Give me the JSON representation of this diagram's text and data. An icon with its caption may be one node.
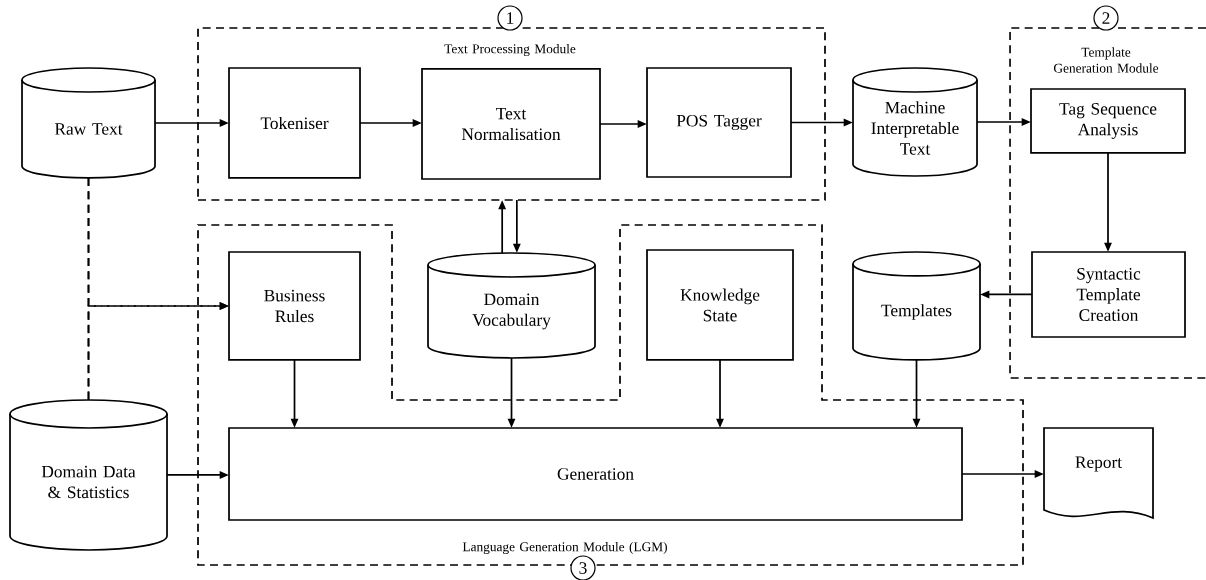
{
  "diagram": {
    "nodes": [
      {
        "text": [
          "Text Processing Module"
        ]
      },
      {
        "text": [
          "Raw Text"
        ]
      },
      {
        "text": [
          "Tokeniser"
        ],
        "in": 0
      },
      {
        "text": [
          "Text Normalisation"
        ],
        "in": 0
      },
      {
        "text": [
          "POS Tagger"
        ],
        "in": 0
      },
      {
        "text": [
          "Machine Interpretable Text"
        ]
      },
      {
        "text": [
          "Template Generation Module"
        ]
      },
      {
        "text": [
          "Tag Sequence Analysis"
        ],
        "in": 6
      },
      {
        "text": [
          "Syntactic Template Creation"
        ],
        "in": 6
      },
      {
        "text": [
          "Language Generation Module (LGM)"
        ]
      },
      {
        "text": [
          "Business Rules"
        ],
        "in": 9
      },
      {
        "text": [
          "Domain Vocabulary"
        ]
      },
      {
        "text": [
          "Knowledge State"
        ],
        "in": 9
      },
      {
        "text": [
          "Templates"
        ]
      },
      {
        "text": [
          "Domain Data & Statistics"
        ]
      },
      {
        "text": [
          "Generation"
        ],
        "in": 9
      },
      {
        "text": [
          "Report"
        ]
      }
    ],
    "edges": [
      {
        "from": 1,
        "to": 2,
        "arrow": "to"
      },
      {
        "from": 2,
        "to": 3,
        "arrow": "to"
      },
      {
        "from": 3,
        "to": 4,
        "arrow": "to"
      },
      {
        "from": 4,
        "to": 5,
        "arrow": "to"
      },
      {
        "from": 5,
        "to": 7,
        "arrow": "to"
      },
      {
        "from": 7,
        "to": 8,
        "arrow": "to"
      },
      {
        "from": 8,
        "to": 13,
        "arrow": "to"
      },
      {
        "from": 11,
        "to": 0,
        "arrow": "to"
      },
      {
        "from": 0,
        "to": 11,
        "arrow": "to"
      },
      {
        "from": 1,
        "to": 14,
        "arrow": "none",
        "style": "dashed"
      },
      {
        "from": 1,
        "to": 10,
        "arrow": "to",
        "style": "dashed"
      },
      {
        "from": 14,
        "to": 10,
        "arrow": "to",
        "style": "dashed"
      },
      {
        "from": 10,
        "to": 15,
        "arrow": "to"
      },
      {
        "from": 11,
        "to": 15,
        "arrow": "to"
      },
      {
        "from": 12,
        "to": 15,
        "arrow": "to"
      },
      {
        "from": 13,
        "to": 15,
        "arrow": "to"
      },
      {
        "from": 14,
        "to": 15,
        "arrow": "to"
      },
      {
        "from": 15,
        "to": 16,
        "arrow": "to"
      }
    ],
    "labels": [
      "1",
      "2",
      "3"
    ]
  }
}
